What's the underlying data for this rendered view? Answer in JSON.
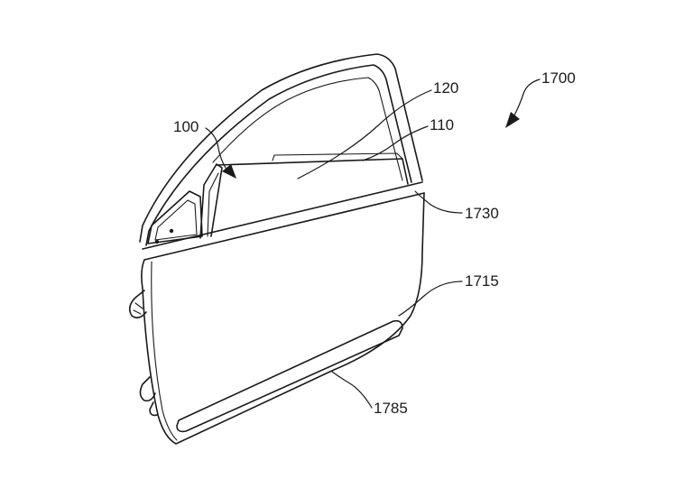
{
  "figure": {
    "labels": {
      "assembly": "1700",
      "system": "100",
      "window": "120",
      "glass_edge": "110",
      "belt_line": "1730",
      "door_panel": "1715",
      "molding": "1785"
    },
    "colors": {
      "line": "#1a1a1a",
      "background": "#ffffff"
    }
  }
}
